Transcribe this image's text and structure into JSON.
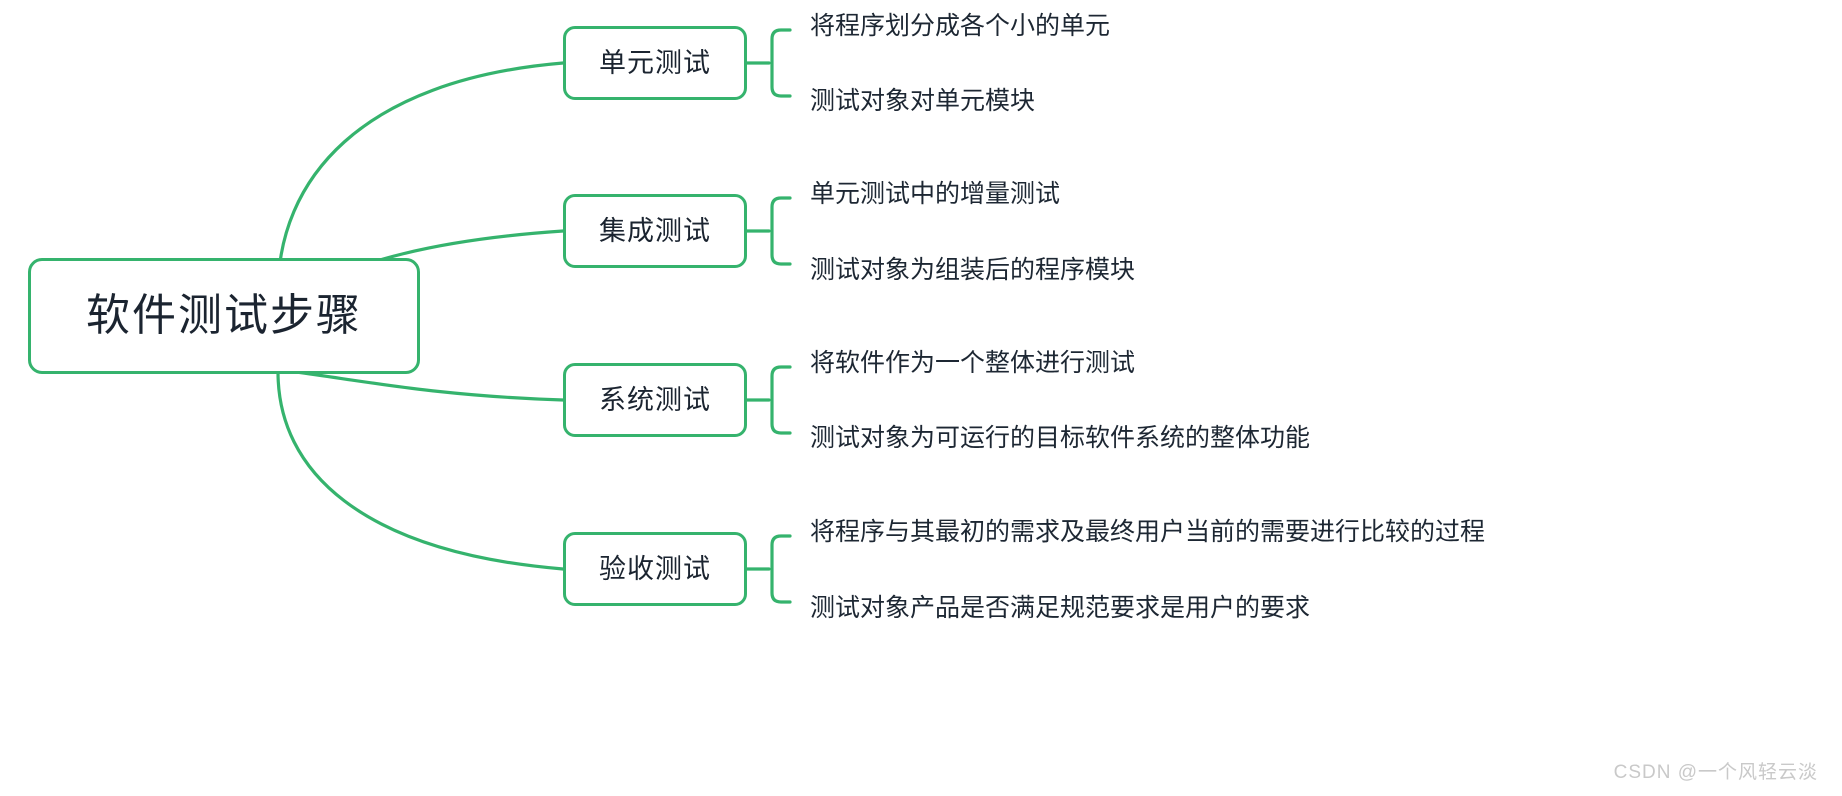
{
  "diagram": {
    "type": "mindmap",
    "orientation": "left-to-right",
    "accent_color": "#35b36d",
    "text_color": "#1d2733",
    "background_color": "#ffffff",
    "root": {
      "label": "软件测试步骤"
    },
    "branches": [
      {
        "label": "单元测试",
        "leaves": [
          "将程序划分成各个小的单元",
          "测试对象对单元模块"
        ]
      },
      {
        "label": "集成测试",
        "leaves": [
          "单元测试中的增量测试",
          "测试对象为组装后的程序模块"
        ]
      },
      {
        "label": "系统测试",
        "leaves": [
          "将软件作为一个整体进行测试",
          "测试对象为可运行的目标软件系统的整体功能"
        ]
      },
      {
        "label": "验收测试",
        "leaves": [
          "将程序与其最初的需求及最终用户当前的需要进行比较的过程",
          "测试对象产品是否满足规范要求是用户的要求"
        ]
      }
    ]
  },
  "watermark": {
    "text": "CSDN @一个风轻云淡"
  }
}
